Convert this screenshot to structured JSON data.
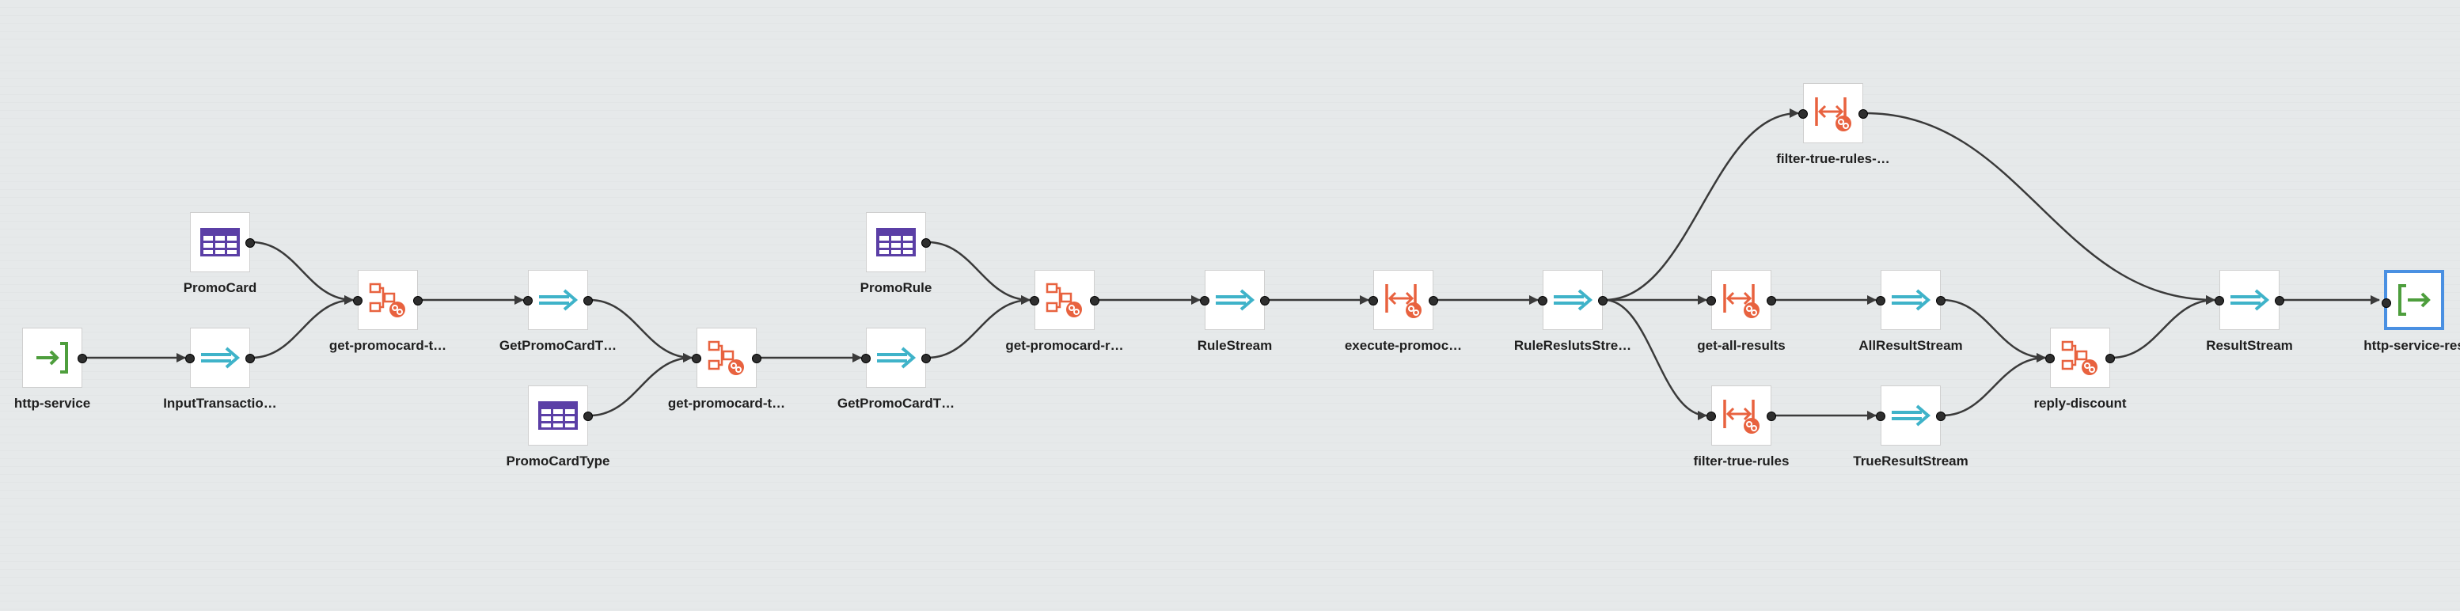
{
  "colors": {
    "table": "#5b3fa6",
    "stream": "#3fb3c9",
    "process": "#e8623f",
    "service": "#4e9e3d",
    "edge": "#3a3a3a",
    "selected_border": "#4a90e2"
  },
  "nodes": [
    {
      "id": "http-service",
      "label": "http-service",
      "kind": "service-in",
      "icon": "service-input-icon"
    },
    {
      "id": "PromoCard",
      "label": "PromoCard",
      "kind": "table",
      "icon": "table-icon"
    },
    {
      "id": "InputTransaction",
      "label": "InputTransactio…",
      "kind": "stream",
      "icon": "stream-icon"
    },
    {
      "id": "get-promocard-t1",
      "label": "get-promocard-t…",
      "kind": "join",
      "icon": "join-icon"
    },
    {
      "id": "GetPromoCardT1",
      "label": "GetPromoCardT…",
      "kind": "stream",
      "icon": "stream-icon"
    },
    {
      "id": "PromoCardType",
      "label": "PromoCardType",
      "kind": "table",
      "icon": "table-icon"
    },
    {
      "id": "get-promocard-t2",
      "label": "get-promocard-t…",
      "kind": "join",
      "icon": "join-icon"
    },
    {
      "id": "GetPromoCardT2",
      "label": "GetPromoCardT…",
      "kind": "stream",
      "icon": "stream-icon"
    },
    {
      "id": "PromoRule",
      "label": "PromoRule",
      "kind": "table",
      "icon": "table-icon"
    },
    {
      "id": "get-promocard-r",
      "label": "get-promocard-r…",
      "kind": "join",
      "icon": "join-icon"
    },
    {
      "id": "RuleStream",
      "label": "RuleStream",
      "kind": "stream",
      "icon": "stream-icon"
    },
    {
      "id": "execute-promoc",
      "label": "execute-promoc…",
      "kind": "filter",
      "icon": "filter-icon"
    },
    {
      "id": "RuleResultsStream",
      "label": "RuleReslutsStre…",
      "kind": "stream",
      "icon": "stream-icon"
    },
    {
      "id": "filter-true-rules-2",
      "label": "filter-true-rules-…",
      "kind": "filter",
      "icon": "filter-icon"
    },
    {
      "id": "get-all-results",
      "label": "get-all-results",
      "kind": "filter",
      "icon": "filter-icon"
    },
    {
      "id": "filter-true-rules",
      "label": "filter-true-rules",
      "kind": "filter",
      "icon": "filter-icon"
    },
    {
      "id": "AllResultStream",
      "label": "AllResultStream",
      "kind": "stream",
      "icon": "stream-icon"
    },
    {
      "id": "TrueResultStream",
      "label": "TrueResultStream",
      "kind": "stream",
      "icon": "stream-icon"
    },
    {
      "id": "reply-discount",
      "label": "reply-discount",
      "kind": "join",
      "icon": "join-icon"
    },
    {
      "id": "ResultStream",
      "label": "ResultStream",
      "kind": "stream",
      "icon": "stream-icon"
    },
    {
      "id": "http-service-res",
      "label": "http-service-res",
      "kind": "service-out",
      "icon": "service-output-icon",
      "selected": true
    }
  ],
  "edges": [
    [
      "http-service",
      "InputTransaction"
    ],
    [
      "PromoCard",
      "get-promocard-t1"
    ],
    [
      "InputTransaction",
      "get-promocard-t1"
    ],
    [
      "get-promocard-t1",
      "GetPromoCardT1"
    ],
    [
      "GetPromoCardT1",
      "get-promocard-t2"
    ],
    [
      "PromoCardType",
      "get-promocard-t2"
    ],
    [
      "get-promocard-t2",
      "GetPromoCardT2"
    ],
    [
      "PromoRule",
      "get-promocard-r"
    ],
    [
      "GetPromoCardT2",
      "get-promocard-r"
    ],
    [
      "get-promocard-r",
      "RuleStream"
    ],
    [
      "RuleStream",
      "execute-promoc"
    ],
    [
      "execute-promoc",
      "RuleResultsStream"
    ],
    [
      "RuleResultsStream",
      "filter-true-rules-2"
    ],
    [
      "RuleResultsStream",
      "get-all-results"
    ],
    [
      "RuleResultsStream",
      "filter-true-rules"
    ],
    [
      "filter-true-rules-2",
      "ResultStream"
    ],
    [
      "get-all-results",
      "AllResultStream"
    ],
    [
      "filter-true-rules",
      "TrueResultStream"
    ],
    [
      "AllResultStream",
      "reply-discount"
    ],
    [
      "TrueResultStream",
      "reply-discount"
    ],
    [
      "reply-discount",
      "ResultStream"
    ],
    [
      "ResultStream",
      "http-service-res"
    ]
  ]
}
